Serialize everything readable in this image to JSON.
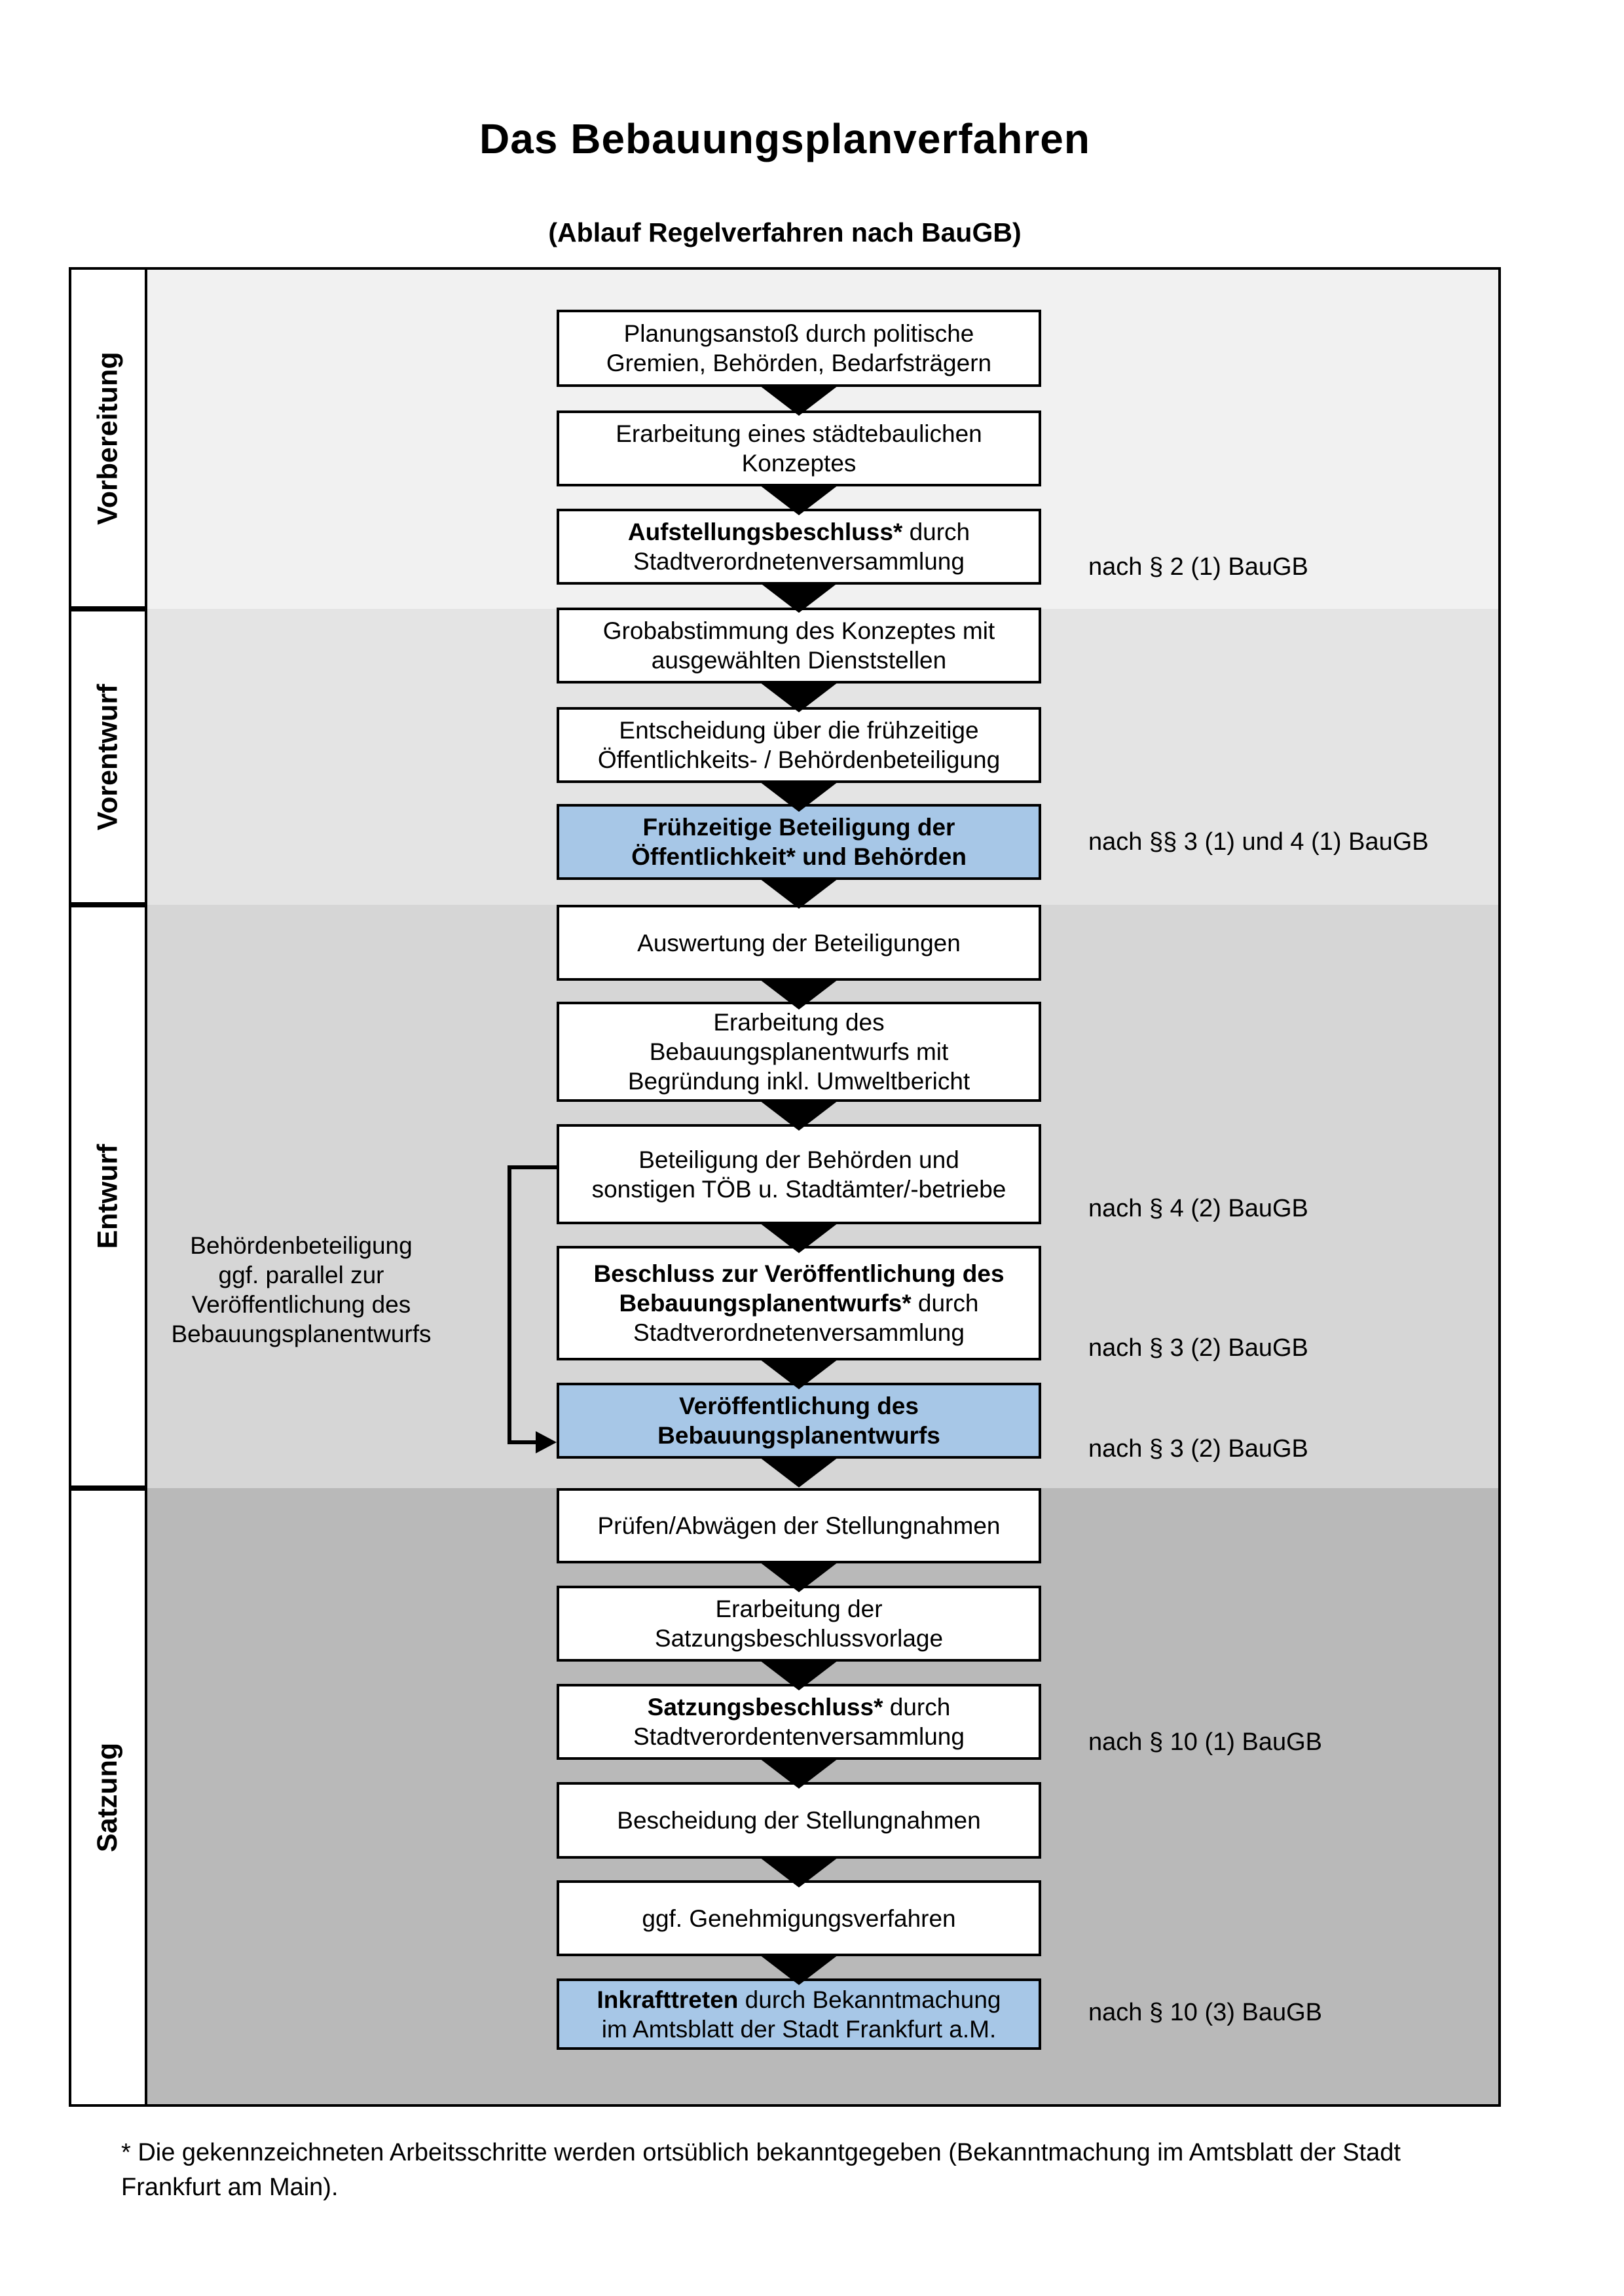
{
  "page": {
    "title": "Das Bebauungsplanverfahren",
    "subtitle": "(Ablauf Regelverfahren nach BauGB)",
    "footnote_line1": "* Die gekennzeichneten Arbeitsschritte werden ortsüblich bekanntgegeben (Bekanntmachung im Amtsblatt  der Stadt",
    "footnote_line2": "Frankfurt am Main)."
  },
  "phases": [
    {
      "label": "Vorbereitung",
      "bg": "#f1f1f1"
    },
    {
      "label": "Vorentwurf",
      "bg": "#e4e4e4"
    },
    {
      "label": "Entwurf",
      "bg": "#d6d6d6"
    },
    {
      "label": "Satzung",
      "bg": "#b9b9b9"
    }
  ],
  "flow_boxes": [
    {
      "highlight": false,
      "lines": [
        [
          {
            "t": "Planungsanstoß durch politische",
            "b": false
          }
        ],
        [
          {
            "t": "Gremien, Behörden, Bedarfsträgern",
            "b": false
          }
        ]
      ]
    },
    {
      "highlight": false,
      "lines": [
        [
          {
            "t": "Erarbeitung eines städtebaulichen",
            "b": false
          }
        ],
        [
          {
            "t": "Konzeptes",
            "b": false
          }
        ]
      ]
    },
    {
      "highlight": false,
      "lines": [
        [
          {
            "t": "Aufstellungsbeschluss*",
            "b": true
          },
          {
            "t": " durch",
            "b": false
          }
        ],
        [
          {
            "t": "Stadtverordnetenversammlung",
            "b": false
          }
        ]
      ]
    },
    {
      "highlight": false,
      "lines": [
        [
          {
            "t": "Grobabstimmung des Konzeptes mit",
            "b": false
          }
        ],
        [
          {
            "t": "ausgewählten Dienststellen",
            "b": false
          }
        ]
      ]
    },
    {
      "highlight": false,
      "lines": [
        [
          {
            "t": "Entscheidung über die frühzeitige",
            "b": false
          }
        ],
        [
          {
            "t": "Öffentlichkeits- / Behördenbeteiligung",
            "b": false
          }
        ]
      ]
    },
    {
      "highlight": true,
      "lines": [
        [
          {
            "t": "Frühzeitige Beteiligung der",
            "b": true
          }
        ],
        [
          {
            "t": "Öffentlichkeit* und Behörden",
            "b": true
          }
        ]
      ]
    },
    {
      "highlight": false,
      "lines": [
        [
          {
            "t": "Auswertung der Beteiligungen",
            "b": false
          }
        ]
      ]
    },
    {
      "highlight": false,
      "lines": [
        [
          {
            "t": "Erarbeitung des",
            "b": false
          }
        ],
        [
          {
            "t": "Bebauungsplanentwurfs mit",
            "b": false
          }
        ],
        [
          {
            "t": "Begründung inkl. Umweltbericht",
            "b": false
          }
        ]
      ]
    },
    {
      "highlight": false,
      "lines": [
        [
          {
            "t": "Beteiligung der Behörden und",
            "b": false
          }
        ],
        [
          {
            "t": "sonstigen TÖB u. Stadtämter/-betriebe",
            "b": false
          }
        ]
      ]
    },
    {
      "highlight": false,
      "lines": [
        [
          {
            "t": "Beschluss zur Veröffentlichung des",
            "b": true
          }
        ],
        [
          {
            "t": "Bebauungsplanentwurfs*",
            "b": true
          },
          {
            "t": " durch",
            "b": false
          }
        ],
        [
          {
            "t": "Stadtverordnetenversammlung",
            "b": false
          }
        ]
      ]
    },
    {
      "highlight": true,
      "lines": [
        [
          {
            "t": "Veröffentlichung des",
            "b": true
          }
        ],
        [
          {
            "t": "Bebauungsplanentwurfs",
            "b": true
          }
        ]
      ]
    },
    {
      "highlight": false,
      "lines": [
        [
          {
            "t": "Prüfen/Abwägen der Stellungnahmen",
            "b": false
          }
        ]
      ]
    },
    {
      "highlight": false,
      "lines": [
        [
          {
            "t": "Erarbeitung der",
            "b": false
          }
        ],
        [
          {
            "t": "Satzungsbeschlussvorlage",
            "b": false
          }
        ]
      ]
    },
    {
      "highlight": false,
      "lines": [
        [
          {
            "t": "Satzungsbeschluss*",
            "b": true
          },
          {
            "t": " durch",
            "b": false
          }
        ],
        [
          {
            "t": "Stadtverordentenversammlung",
            "b": false
          }
        ]
      ]
    },
    {
      "highlight": false,
      "lines": [
        [
          {
            "t": "Bescheidung der Stellungnahmen",
            "b": false
          }
        ]
      ]
    },
    {
      "highlight": false,
      "lines": [
        [
          {
            "t": "ggf. Genehmigungsverfahren",
            "b": false
          }
        ]
      ]
    },
    {
      "highlight": true,
      "lines": [
        [
          {
            "t": "Inkrafttreten",
            "b": true
          },
          {
            "t": " durch Bekanntmachung",
            "b": false
          }
        ],
        [
          {
            "t": "im Amtsblatt der Stadt Frankfurt a.M.",
            "b": false
          }
        ]
      ]
    }
  ],
  "side_note": {
    "lines": [
      "Behördenbeteiligung",
      "ggf. parallel zur",
      "Veröffentlichung des",
      "Bebauungsplanentwurfs"
    ]
  },
  "legal_refs": [
    {
      "text": "nach § 2 (1) BauGB"
    },
    {
      "text": "nach §§ 3 (1) und 4 (1) BauGB"
    },
    {
      "text": "nach § 4 (2) BauGB"
    },
    {
      "text": "nach § 3 (2) BauGB"
    },
    {
      "text": "nach § 3 (2) BauGB"
    },
    {
      "text": "nach § 10 (1) BauGB"
    },
    {
      "text": "nach § 10 (3) BauGB"
    }
  ],
  "colors": {
    "highlight_box": "#a7c7e7",
    "box_bg": "#ffffff",
    "border": "#000000"
  }
}
